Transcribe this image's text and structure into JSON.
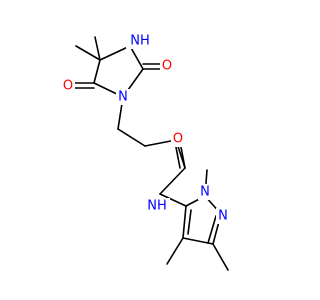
{
  "molecule": {
    "atoms": {
      "n_imide": "N",
      "nh_ring": "NH",
      "o_upper": "O",
      "o_lower": "O",
      "o_amide": "O",
      "nh_amide": "NH",
      "n_pyrazole_methyl": "N",
      "n_pyrazole": "N"
    },
    "colors": {
      "bond": "#000000",
      "oxygen": "#ff0000",
      "nitrogen": "#0000ff"
    }
  }
}
